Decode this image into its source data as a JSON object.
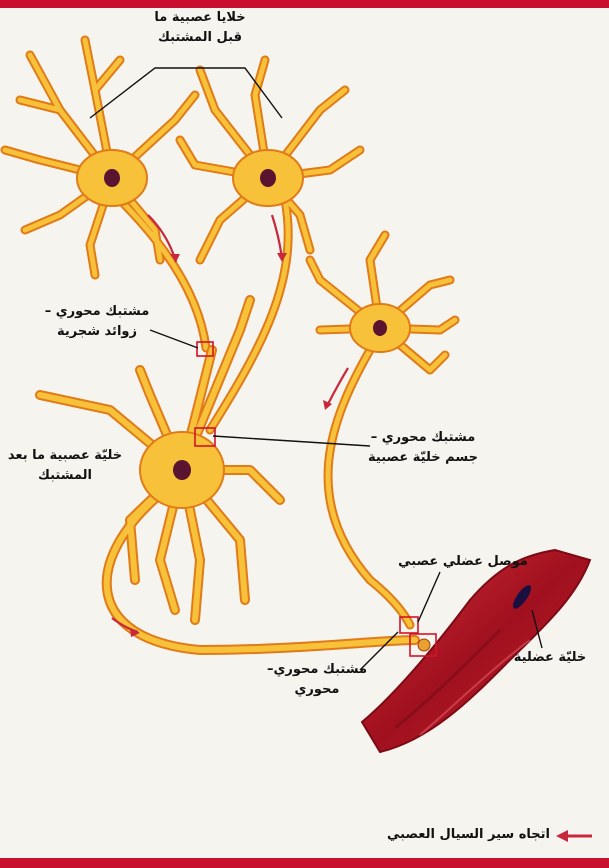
{
  "labels": {
    "presynaptic_line1": "خلايا عصبية ما",
    "presynaptic_line2": "قبل المشتبك",
    "axodendritic_line1": "مشتبك محوري –",
    "axodendritic_line2": "زوائد شجرية",
    "postsynaptic_line1": "خليّة عصبية ما بعد",
    "postsynaptic_line2": "المشتبك",
    "axosomatic_line1": "مشتبك محوري –",
    "axosomatic_line2": "جسم خليّة عصبية",
    "neuromuscular": "موصل عضلي عصبي",
    "axoaxonic_line1": "مشتبك محوري–",
    "axoaxonic_line2": "محوري",
    "muscle_cell": "خليّة عضلية"
  },
  "legend": {
    "text": "اتجاه سير السيال العصبي"
  },
  "colors": {
    "neuron_fill": "#f8c13a",
    "neuron_outline": "#e07b18",
    "nucleus": "#5a1430",
    "arrow": "#c8283c",
    "muscle": "#b3182a",
    "synapse_box": "#d2142a"
  }
}
